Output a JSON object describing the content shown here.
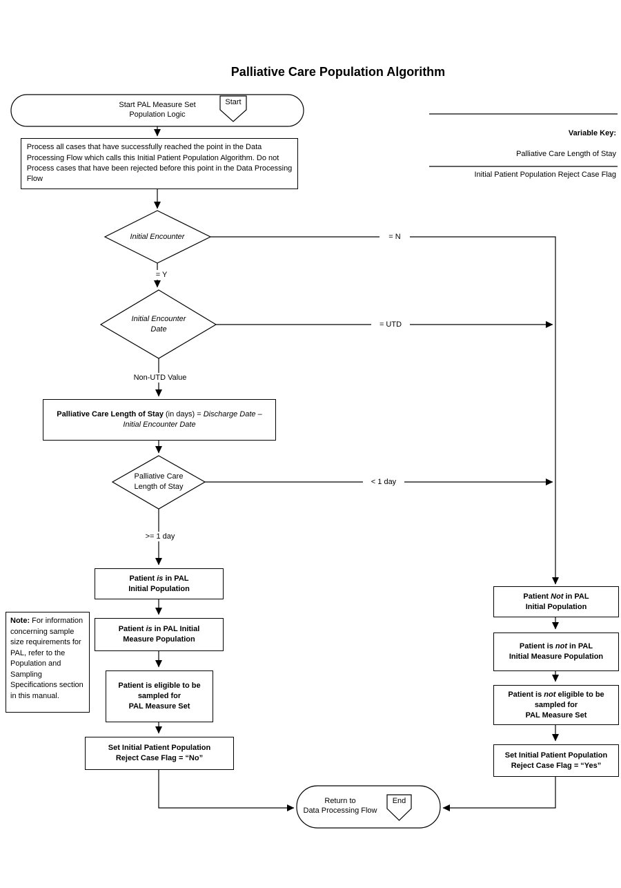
{
  "title": "Palliative Care Population Algorithm",
  "variable_key": {
    "heading": "Variable Key:",
    "items": [
      "Palliative Care Length of Stay",
      "Initial Patient Population Reject Case Flag"
    ]
  },
  "start": {
    "label": "Start PAL Measure Set\nPopulation Logic",
    "badge": "Start"
  },
  "end": {
    "label": "Return to\nData Processing Flow",
    "badge": "End"
  },
  "process_box": "Process all cases that have successfully reached the point in the Data\nProcessing Flow which calls this Initial Patient Population Algorithm. Do not\nProcess cases that have been rejected before this point in the Data Processing\nFlow",
  "decisions": {
    "initial_encounter": "Initial Encounter",
    "initial_encounter_date": "Initial Encounter\nDate",
    "pclos": "Palliative Care\nLength of Stay"
  },
  "formula_box": [
    {
      "t": "Palliative Care Length of Stay",
      "b": true
    },
    {
      "t": " (in days) = "
    },
    {
      "t": "Discharge Date –\nInitial Encounter Date",
      "i": true
    }
  ],
  "edge_labels": {
    "n": "= N",
    "y": "= Y",
    "utd": "= UTD",
    "non_utd": "Non-UTD Value",
    "lt_1day": "< 1 day",
    "gte_1day": ">= 1 day"
  },
  "in_population": {
    "box1": [
      {
        "t": "Patient ",
        "b": true
      },
      {
        "t": "is",
        "b": true,
        "i": true
      },
      {
        "t": " in PAL\nInitial Population",
        "b": true
      }
    ],
    "box2": [
      {
        "t": "Patient ",
        "b": true
      },
      {
        "t": "is",
        "b": true,
        "i": true
      },
      {
        "t": " in PAL Initial\nMeasure Population",
        "b": true
      }
    ],
    "box3": [
      {
        "t": "Patient is eligible to be\nsampled for\nPAL Measure Set",
        "b": true
      }
    ],
    "box4": [
      {
        "t": "Set Initial Patient Population\nReject Case Flag = “No”",
        "b": true
      }
    ]
  },
  "not_in_population": {
    "box1": [
      {
        "t": "Patient ",
        "b": true
      },
      {
        "t": "Not",
        "b": true,
        "i": true
      },
      {
        "t": " in PAL\nInitial Population",
        "b": true
      }
    ],
    "box2": [
      {
        "t": "Patient is ",
        "b": true
      },
      {
        "t": "not",
        "b": true,
        "i": true
      },
      {
        "t": " in PAL\nInitial Measure Population",
        "b": true
      }
    ],
    "box3": [
      {
        "t": "Patient is ",
        "b": true
      },
      {
        "t": "not",
        "b": true,
        "i": true
      },
      {
        "t": " eligible to be\nsampled for\nPAL Measure Set",
        "b": true
      }
    ],
    "box4": [
      {
        "t": "Set Initial Patient Population\nReject Case Flag = “Yes”",
        "b": true
      }
    ]
  },
  "note": [
    {
      "t": "Note:",
      "b": true
    },
    {
      "t": " For information\nconcerning sample\nsize requirements for\nPAL, refer to the\nPopulation and\nSampling\nSpecifications section\nin this manual."
    }
  ]
}
